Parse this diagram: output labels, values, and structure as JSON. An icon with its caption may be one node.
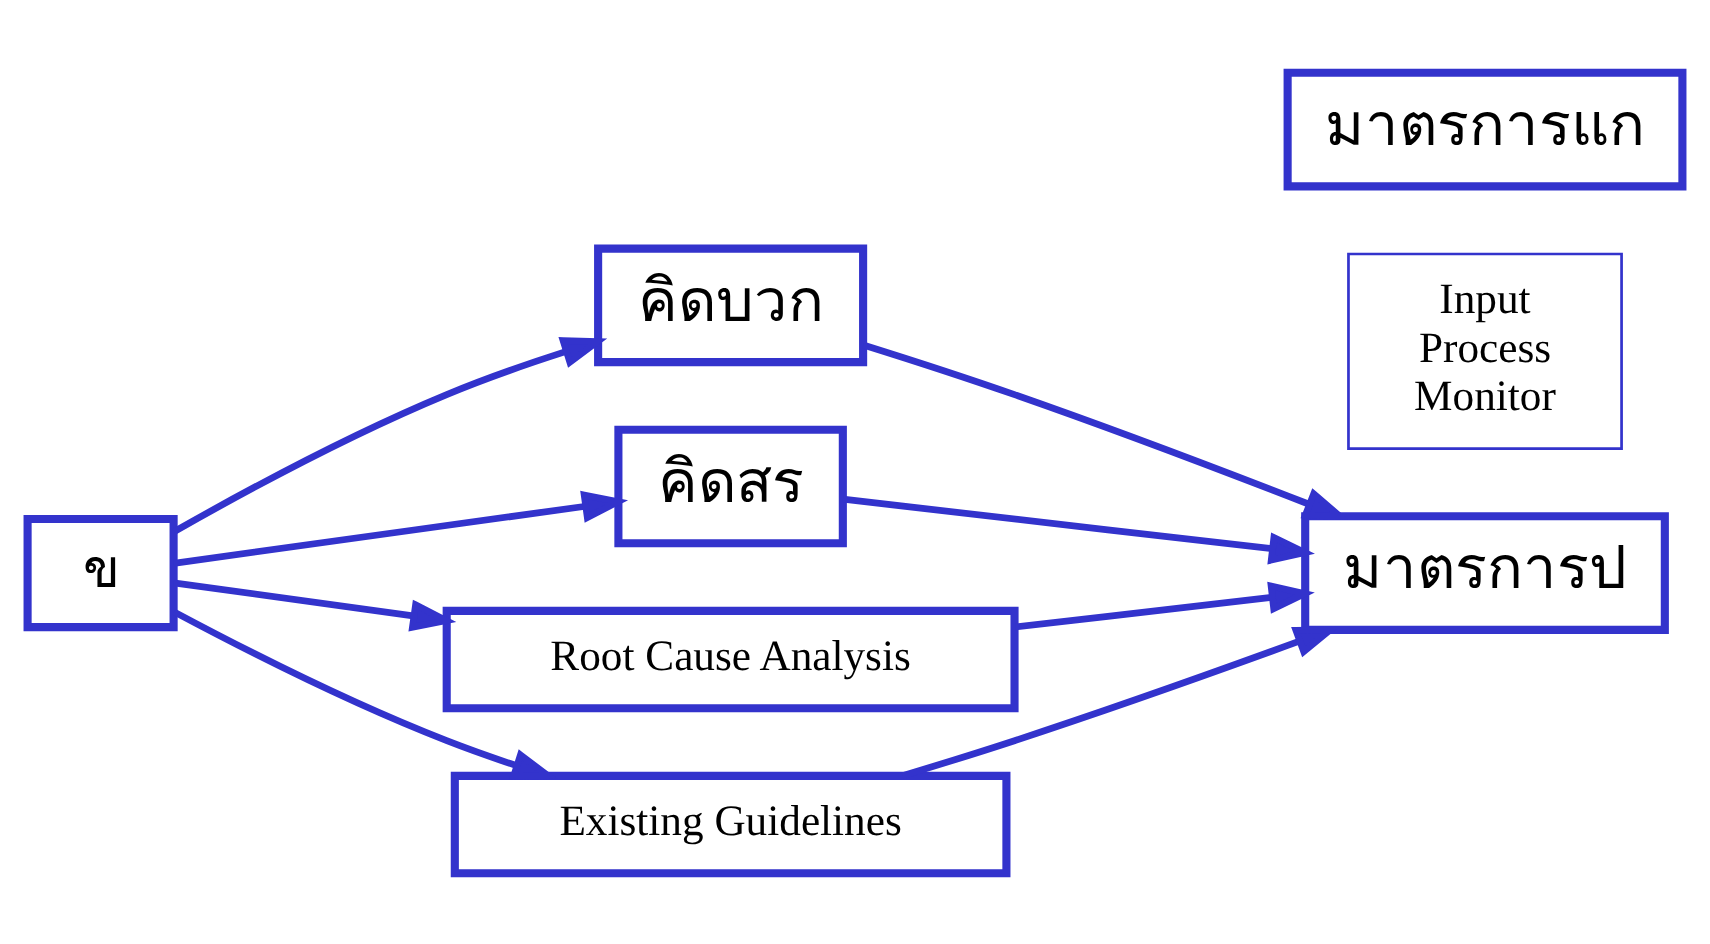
{
  "diagram": {
    "nodes": [
      {
        "text": [
          "ข"
        ]
      },
      {
        "text": [
          "คิดบวก"
        ]
      },
      {
        "text": [
          "คิดสร"
        ]
      },
      {
        "text": [
          "Root Cause Analysis"
        ]
      },
      {
        "text": [
          "Existing Guidelines"
        ]
      },
      {
        "text": [
          "มาตรการป"
        ]
      },
      {
        "text": [
          "Input",
          "Process",
          "Monitor"
        ]
      },
      {
        "text": [
          "มาตรการแก"
        ]
      }
    ],
    "edges": [
      {
        "from": 0,
        "to": 1,
        "arrow": "to"
      },
      {
        "from": 0,
        "to": 2,
        "arrow": "to"
      },
      {
        "from": 0,
        "to": 3,
        "arrow": "to"
      },
      {
        "from": 0,
        "to": 4,
        "arrow": "to"
      },
      {
        "from": 1,
        "to": 5,
        "arrow": "to"
      },
      {
        "from": 2,
        "to": 5,
        "arrow": "to"
      },
      {
        "from": 3,
        "to": 5,
        "arrow": "to"
      },
      {
        "from": 4,
        "to": 5,
        "arrow": "to"
      }
    ]
  }
}
